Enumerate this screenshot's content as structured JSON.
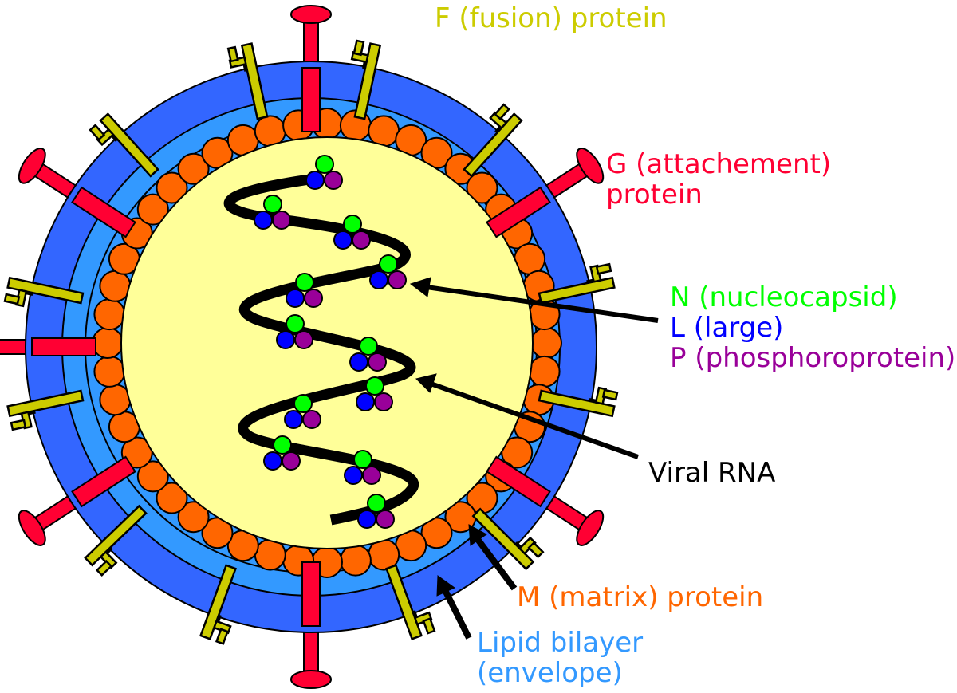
{
  "colors": {
    "outer_envelope": "#3366ff",
    "lipid_bilayer": "#3399ff",
    "matrix": "#ff6600",
    "interior": "#ffff99",
    "fusion": "#cccc00",
    "attachment": "#ff0033",
    "nucleocapsid": "#00ff00",
    "large": "#0000ff",
    "phospho": "#990099",
    "rna": "#000000"
  },
  "labels": {
    "fusion": "F (fusion) protein",
    "attachment_line1": "G (attachement)",
    "attachment_line2": "protein",
    "nucleocapsid": "N (nucleocapsid)",
    "large": "L (large)",
    "phospho": "P (phosphoroprotein)",
    "rna": "Viral RNA",
    "matrix": "M (matrix) protein",
    "lipid_line1": "Lipid bilayer",
    "lipid_line2": "(envelope)"
  }
}
